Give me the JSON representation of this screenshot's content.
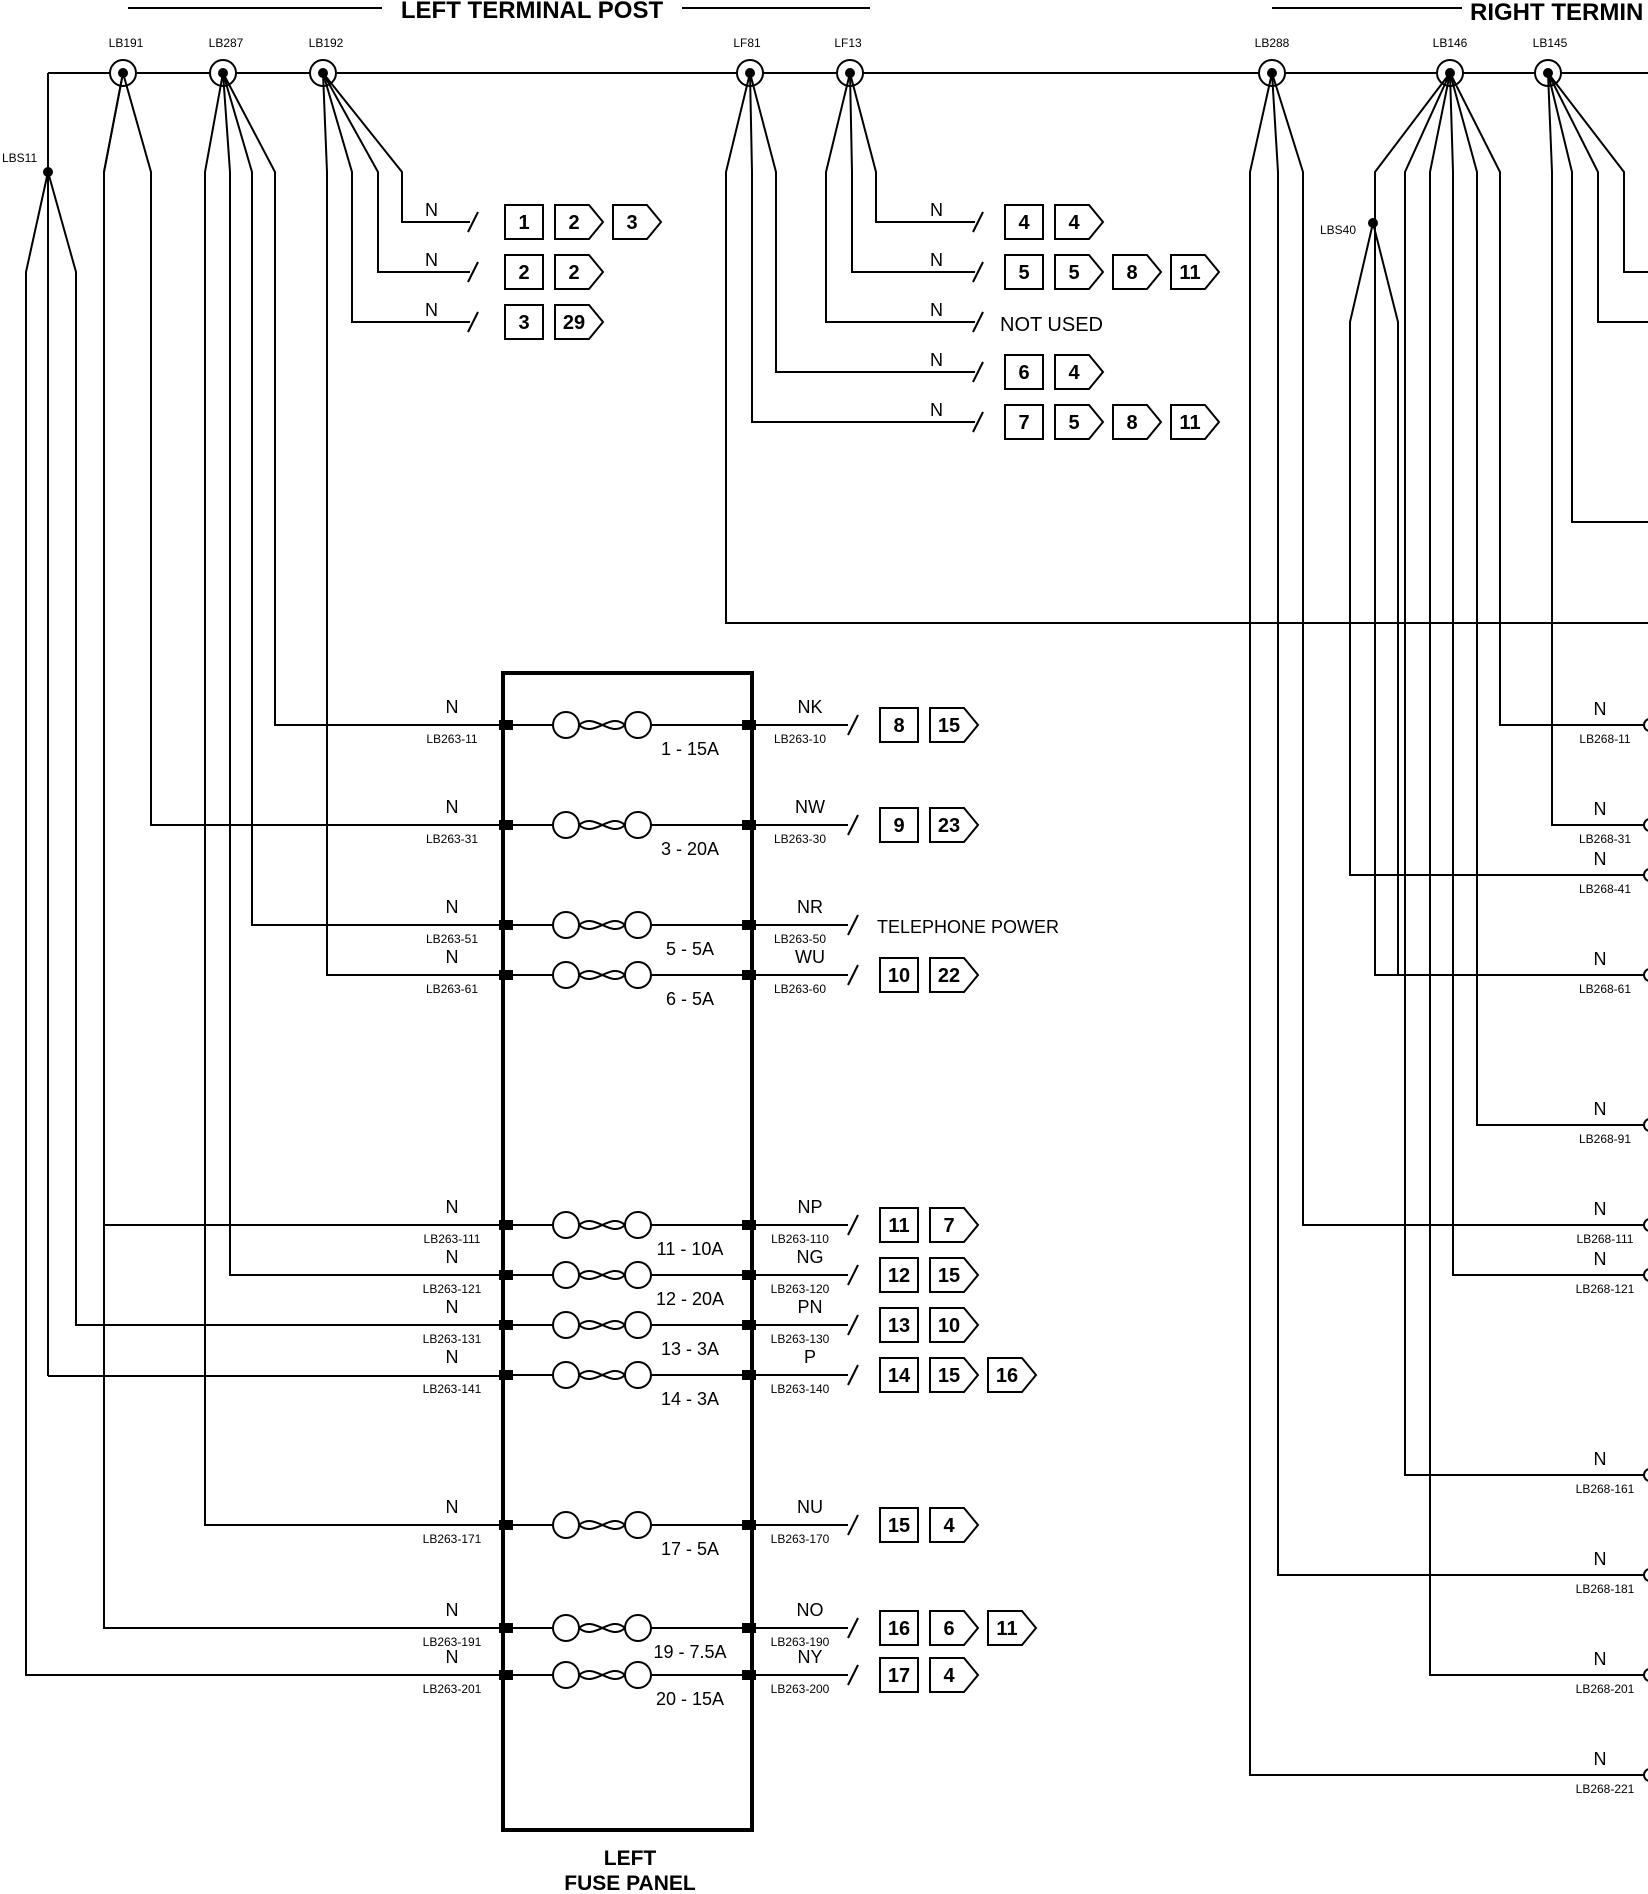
{
  "headers": {
    "left_post": "LEFT TERMINAL POST",
    "right_post": "RIGHT TERMIN"
  },
  "panel": {
    "line1": "LEFT",
    "line2": "FUSE PANEL"
  },
  "posts": [
    "LB191",
    "LB287",
    "LB192",
    "LF81",
    "LF13",
    "LB288",
    "LB146",
    "LB145"
  ],
  "splices": [
    "LBS11",
    "LBS40"
  ],
  "wire_code": "N",
  "not_used": "NOT USED",
  "telephone": "TELEPHONE POWER",
  "top_refs": [
    [
      "1",
      "2",
      "3"
    ],
    [
      "2",
      "2"
    ],
    [
      "3",
      "29"
    ],
    [
      "4",
      "4"
    ],
    [
      "5",
      "5",
      "8",
      "11"
    ],
    [
      "6",
      "4"
    ],
    [
      "7",
      "5",
      "8",
      "11"
    ]
  ],
  "fuses": [
    {
      "left": "LB263-11",
      "rating": "1 - 15A",
      "code": "NK",
      "right": "LB263-10",
      "refs": [
        "8",
        "15"
      ]
    },
    {
      "left": "LB263-31",
      "rating": "3 - 20A",
      "code": "NW",
      "right": "LB263-30",
      "refs": [
        "9",
        "23"
      ]
    },
    {
      "left": "LB263-51",
      "rating": "5 - 5A",
      "code": "NR",
      "right": "LB263-50",
      "refs": []
    },
    {
      "left": "LB263-61",
      "rating": "6 - 5A",
      "code": "WU",
      "right": "LB263-60",
      "refs": [
        "10",
        "22"
      ]
    },
    {
      "left": "LB263-111",
      "rating": "11 - 10A",
      "code": "NP",
      "right": "LB263-110",
      "refs": [
        "11",
        "7"
      ]
    },
    {
      "left": "LB263-121",
      "rating": "12 - 20A",
      "code": "NG",
      "right": "LB263-120",
      "refs": [
        "12",
        "15"
      ]
    },
    {
      "left": "LB263-131",
      "rating": "13 - 3A",
      "code": "PN",
      "right": "LB263-130",
      "refs": [
        "13",
        "10"
      ]
    },
    {
      "left": "LB263-141",
      "rating": "14 - 3A",
      "code": "P",
      "right": "LB263-140",
      "refs": [
        "14",
        "15",
        "16"
      ]
    },
    {
      "left": "LB263-171",
      "rating": "17 - 5A",
      "code": "NU",
      "right": "LB263-170",
      "refs": [
        "15",
        "4"
      ]
    },
    {
      "left": "LB263-191",
      "rating": "19 - 7.5A",
      "code": "NO",
      "right": "LB263-190",
      "refs": [
        "16",
        "6",
        "11"
      ]
    },
    {
      "left": "LB263-201",
      "rating": "20 - 15A",
      "code": "NY",
      "right": "LB263-200",
      "refs": [
        "17",
        "4"
      ]
    }
  ],
  "right_terminals": [
    "LB268-11",
    "LB268-31",
    "LB268-41",
    "LB268-61",
    "LB268-91",
    "LB268-111",
    "LB268-121",
    "LB268-161",
    "LB268-181",
    "LB268-201",
    "LB268-221"
  ]
}
